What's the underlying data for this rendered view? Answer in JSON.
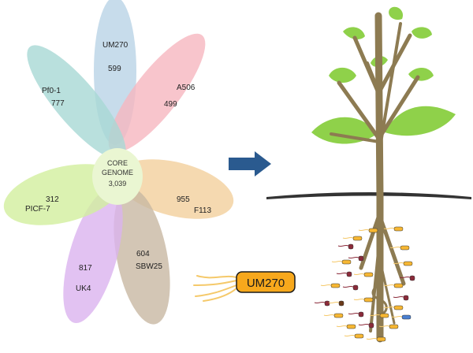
{
  "petals": [
    {
      "name": "UM270",
      "count": "599",
      "color": "#b9d3e6"
    },
    {
      "name": "A506",
      "count": "499",
      "color": "#f6b6bf"
    },
    {
      "name": "F113",
      "count": "955",
      "color": "#f2cf9c"
    },
    {
      "name": "SBW25",
      "count": "604",
      "color": "#c8b8a2"
    },
    {
      "name": "UK4",
      "count": "817",
      "color": "#dbb3ef"
    },
    {
      "name": "PICF-7",
      "count": "312",
      "color": "#d2ef9e"
    },
    {
      "name": "Pf0-1",
      "count": "777",
      "color": "#a8d8d4"
    }
  ],
  "core": {
    "line1": "CORE",
    "line2": "GENOME",
    "line3": "3,039",
    "color": "#eaf6d2"
  },
  "arrow_color": "#2a5a8f",
  "plant": {
    "stem_color": "#8d7b52",
    "leaf_color": "#8fd14a",
    "soil_color": "#333333"
  },
  "inoculant": {
    "label": "UM270",
    "fill": "#f7a81c"
  }
}
